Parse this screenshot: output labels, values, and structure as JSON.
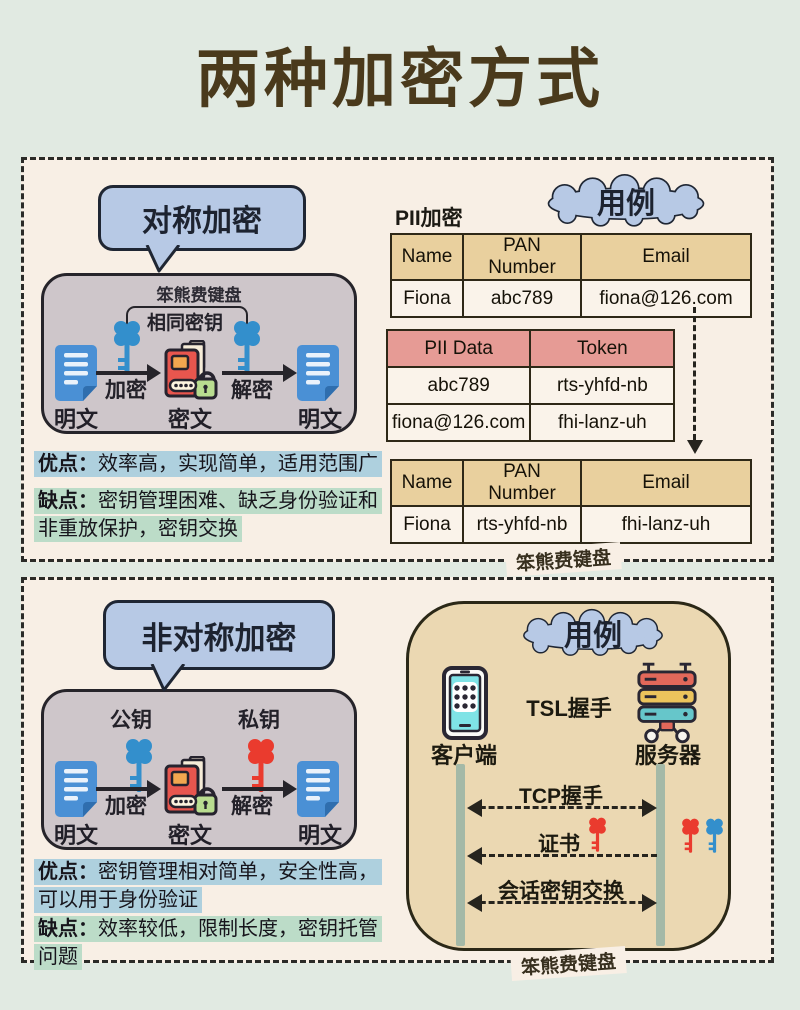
{
  "title": "两种加密方式",
  "watermark": "笨熊费键盘",
  "usecase_label": "用例",
  "flow": {
    "plaintext": "明文",
    "encrypt": "加密",
    "ciphertext": "密文",
    "decrypt": "解密"
  },
  "symmetric": {
    "bubble": "对称加密",
    "same_key": "相同密钥",
    "pros_label": "优点：",
    "pros": "效率高，实现简单，适用范围广",
    "cons_label": "缺点：",
    "cons": "密钥管理困难、缺乏身份验证和非重放保护，密钥交换"
  },
  "asymmetric": {
    "bubble": "非对称加密",
    "public_key": "公钥",
    "private_key": "私钥",
    "pros_label": "优点：",
    "pros": "密钥管理相对简单，安全性高，可以用于身份验证",
    "cons_label": "缺点：",
    "cons": "效率较低，限制长度，密钥托管问题"
  },
  "pii": {
    "label": "PII加密",
    "table_original": {
      "headers": [
        "Name",
        "PAN Number",
        "Email"
      ],
      "rows": [
        [
          "Fiona",
          "abc789",
          "fiona@126.com"
        ]
      ]
    },
    "table_token": {
      "headers": [
        "PII Data",
        "Token"
      ],
      "rows": [
        [
          "abc789",
          "rts-yhfd-nb"
        ],
        [
          "fiona@126.com",
          "fhi-lanz-uh"
        ]
      ]
    },
    "table_tokenized": {
      "headers": [
        "Name",
        "PAN Number",
        "Email"
      ],
      "rows": [
        [
          "Fiona",
          "rts-yhfd-nb",
          "fhi-lanz-uh"
        ]
      ]
    }
  },
  "tls": {
    "title": "TSL握手",
    "client": "客户端",
    "server": "服务器",
    "messages": [
      "TCP握手",
      "证书",
      "会话密钥交换"
    ]
  },
  "colors": {
    "page_bg": "#e1eae2",
    "panel_bg": "#f8efe5",
    "bubble_blue": "#b7c9e5",
    "gray_box": "#cec6ca",
    "tan_box": "#ebd8b2",
    "table_header_tan": "#e9d09e",
    "table_header_pink": "#e69b95",
    "pros_highlight": "#aed0de",
    "cons_highlight": "#bcdcc8",
    "doc_blue": "#4a90d5",
    "key_blue": "#338fcc",
    "key_red": "#ea3b2e",
    "lifeline_green": "#a4b9a7",
    "title_brown": "#4a3a1c"
  }
}
